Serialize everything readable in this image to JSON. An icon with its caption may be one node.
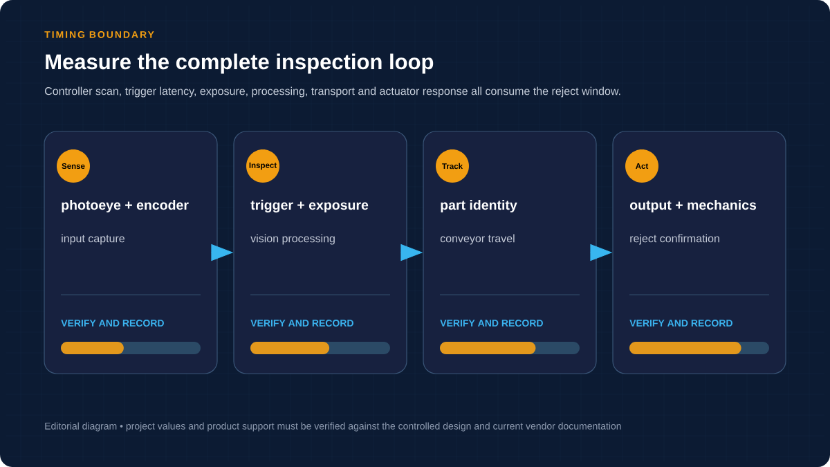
{
  "diagram": {
    "title": "Measure the complete inspection loop",
    "nodes": [
      {
        "text": [
          "photoeye + encoder",
          "input capture",
          "VERIFY AND RECORD"
        ]
      },
      {
        "text": [
          "Sense"
        ],
        "in": 0
      },
      {
        "text": [
          "trigger + exposure",
          "vision processing",
          "VERIFY AND RECORD"
        ]
      },
      {
        "text": [
          "Inspect"
        ],
        "in": 2
      },
      {
        "text": [
          "part identity",
          "conveyor travel",
          "VERIFY AND RECORD"
        ]
      },
      {
        "text": [
          "Track"
        ],
        "in": 4
      },
      {
        "text": [
          "output + mechanics",
          "reject confirmation",
          "VERIFY AND RECORD"
        ]
      },
      {
        "text": [
          "Act"
        ],
        "in": 6
      }
    ],
    "edges": [
      {
        "from": 0,
        "to": 2,
        "arrow": "to"
      },
      {
        "from": 2,
        "to": 4,
        "arrow": "to"
      },
      {
        "from": 4,
        "to": 6,
        "arrow": "to"
      }
    ],
    "labels": [
      "TIMING BOUNDARY",
      "Controller scan, trigger latency, exposure, processing, transport and actuator response all consume the reject window.",
      "Editorial diagram • project values and product support must be verified against the controlled design and current vendor documentation"
    ]
  }
}
